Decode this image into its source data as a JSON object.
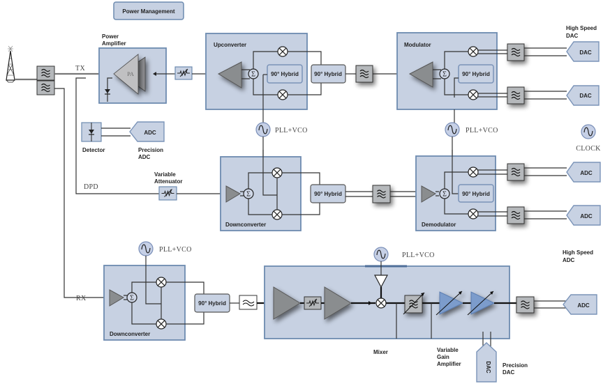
{
  "header": {
    "power_management": "Power Management"
  },
  "labels": {
    "power_amplifier_line1": "Power",
    "power_amplifier_line2": "Amplifier",
    "pa": "PA",
    "tx": "TX",
    "dpd": "DPD",
    "rx": "RX",
    "upconverter": "Upconverter",
    "modulator": "Modulator",
    "downconverter_dpd": "Downconverter",
    "demodulator": "Demodulator",
    "downconverter_rx": "Downconverter",
    "detector": "Detector",
    "precision_adc_line1": "Precision",
    "precision_adc_line2": "ADC",
    "variable_attenuator_line1": "Variable",
    "variable_attenuator_line2": "Attenuator",
    "high_speed_dac_line1": "High Speed",
    "high_speed_dac_line2": "DAC",
    "high_speed_adc_line1": "High Speed",
    "high_speed_adc_line2": "ADC",
    "clock": "CLOCK",
    "mixer": "Mixer",
    "vga_line1": "Variable",
    "vga_line2": "Gain",
    "vga_line3": "Amplifier",
    "precision_dac_line1": "Precision",
    "precision_dac_line2": "DAC"
  },
  "blocks": {
    "hybrid": "90° Hybrid",
    "pll_vco": "PLL+VCO",
    "dac": "DAC",
    "adc": "ADC",
    "sigma": "Σ"
  },
  "icons": {
    "antenna": "antenna-tower-icon",
    "filter": "bandpass-filter-icon",
    "mixer": "mixer-cross-icon",
    "oscillator": "sine-oscillator-icon",
    "attenuator": "variable-attenuator-icon",
    "amplifier": "triangle-amplifier-icon",
    "diode": "diode-icon"
  }
}
